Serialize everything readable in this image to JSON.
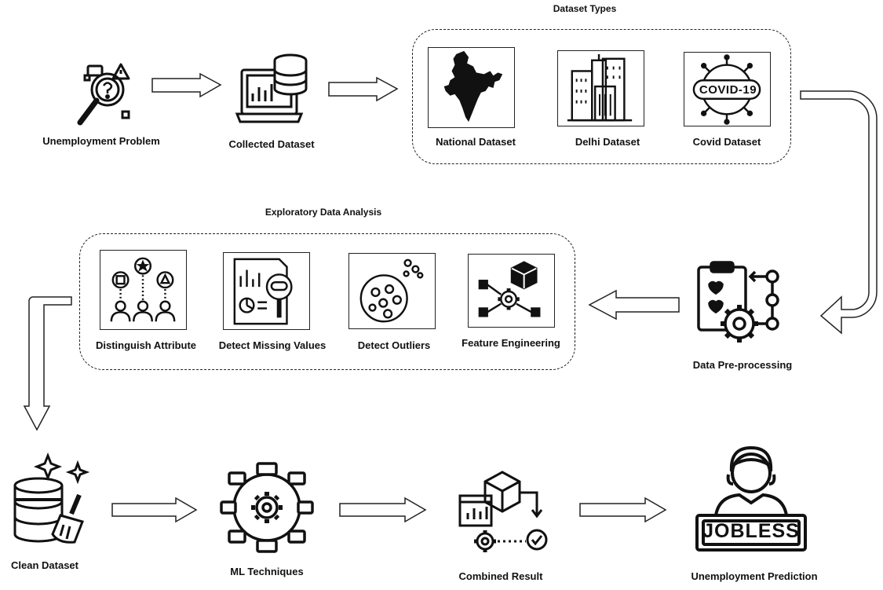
{
  "nodes": {
    "unemployment_problem": "Unemployment Problem",
    "collected_dataset": "Collected Dataset",
    "national_dataset": "National Dataset",
    "delhi_dataset": "Delhi Dataset",
    "covid_dataset": "Covid Dataset",
    "data_preprocessing": "Data Pre-processing",
    "distinguish_attribute": "Distinguish Attribute",
    "detect_missing_values": "Detect Missing Values",
    "detect_outliers": "Detect Outliers",
    "feature_engineering": "Feature Engineering",
    "clean_dataset": "Clean Dataset",
    "ml_techniques": "ML Techniques",
    "combined_result": "Combined Result",
    "unemployment_prediction": "Unemployment Prediction"
  },
  "groups": {
    "dataset_types": "Dataset Types",
    "eda": "Exploratory Data Analysis"
  },
  "icon_text": {
    "covid": "COVID-19",
    "jobless": "JOBLESS"
  },
  "icons": [
    "magnifier-question-icon",
    "laptop-database-icon",
    "india-map-icon",
    "city-buildings-icon",
    "covid-virus-icon",
    "clipboard-gear-icon",
    "people-shapes-icon",
    "report-search-icon",
    "outliers-dots-icon",
    "feature-cubes-icon",
    "database-broom-icon",
    "network-gear-icon",
    "cube-chart-check-icon",
    "jobless-person-icon"
  ]
}
